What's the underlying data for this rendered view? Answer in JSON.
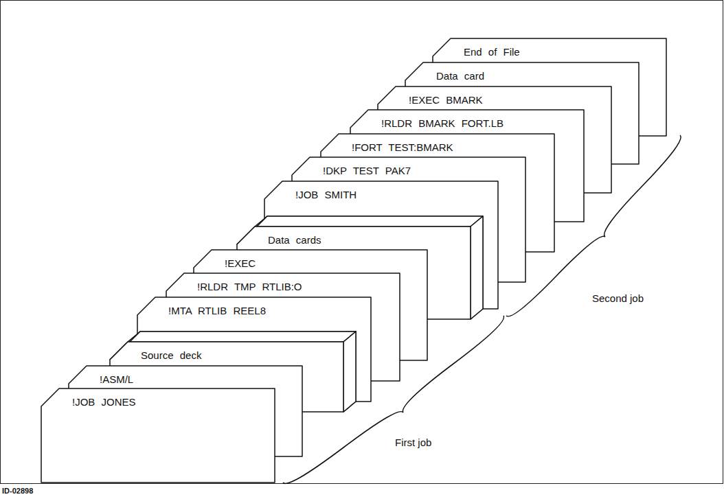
{
  "diagram": {
    "nodes": [
      {
        "text": [
          "!JOB JONES"
        ]
      },
      {
        "text": [
          "!ASM/L"
        ]
      },
      {
        "text": [
          "Source deck"
        ]
      },
      {
        "text": [
          "!MTA RTLIB REEL8"
        ]
      },
      {
        "text": [
          "!RLDR TMP RTLIB:O"
        ]
      },
      {
        "text": [
          "!EXEC"
        ]
      },
      {
        "text": [
          "Data cards"
        ]
      },
      {
        "text": [
          "!JOB SMITH"
        ]
      },
      {
        "text": [
          "!DKP TEST PAK7"
        ]
      },
      {
        "text": [
          "!FORT TEST:BMARK"
        ]
      },
      {
        "text": [
          "!RLDR BMARK FORT.LB"
        ]
      },
      {
        "text": [
          "!EXEC BMARK"
        ]
      },
      {
        "text": [
          "Data card"
        ]
      },
      {
        "text": [
          "End of File"
        ]
      }
    ],
    "labels": [
      "First job",
      "Second job",
      "ID-02898"
    ]
  }
}
